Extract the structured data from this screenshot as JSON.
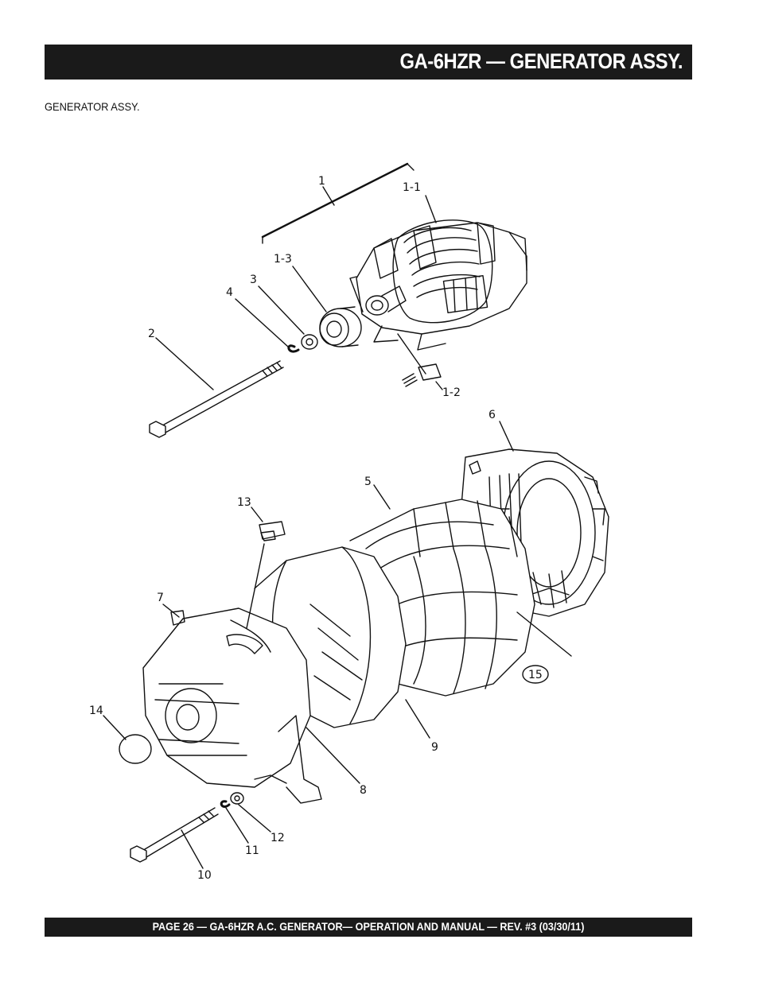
{
  "header": {
    "title": "GA-6HZR — GENERATOR ASSY."
  },
  "section": {
    "label": "GENERATOR ASSY."
  },
  "callouts": {
    "c1": "1",
    "c1_1": "1-1",
    "c1_2": "1-2",
    "c1_3": "1-3",
    "c2": "2",
    "c3": "3",
    "c4": "4",
    "c5": "5",
    "c6": "6",
    "c7": "7",
    "c8": "8",
    "c9": "9",
    "c10": "10",
    "c11": "11",
    "c12": "12",
    "c13": "13",
    "c14": "14",
    "c15": "15"
  },
  "footer": {
    "text": "PAGE 26 — GA-6HZR A.C. GENERATOR— OPERATION AND MANUAL — REV. #3 (03/30/11)"
  }
}
